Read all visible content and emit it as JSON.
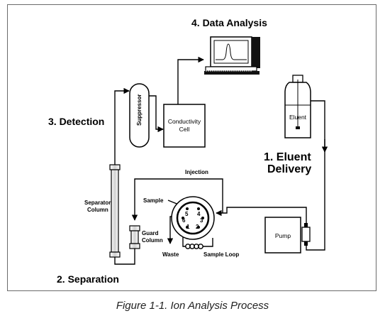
{
  "diagram": {
    "stages": {
      "data_analysis": "4. Data Analysis",
      "detection": "3. Detection",
      "eluent_delivery_line1": "1. Eluent",
      "eluent_delivery_line2": "Delivery",
      "separation": "2. Separation"
    },
    "components": {
      "suppressor": "Suppressor",
      "conductivity_line1": "Conductivity",
      "conductivity_line2": "Cell",
      "eluent": "Eluent",
      "separator_line1": "Separator",
      "separator_line2": "Column",
      "guard_line1": "Guard",
      "guard_line2": "Column",
      "injection": "Injection",
      "sample": "Sample",
      "waste": "Waste",
      "sample_loop": "Sample Loop",
      "pump": "Pump"
    },
    "valve_ports": [
      "1",
      "2",
      "3",
      "4",
      "5",
      "6"
    ]
  },
  "caption": "Figure 1-1.  Ion Analysis Process"
}
